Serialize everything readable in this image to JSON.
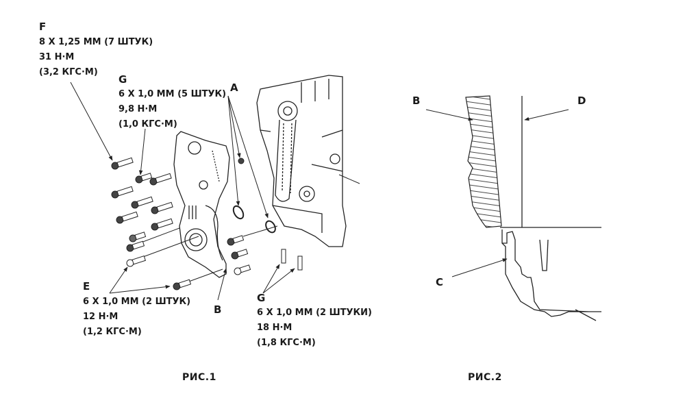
{
  "figure1": {
    "caption": "РИС.1",
    "callouts": {
      "F": {
        "letter": "F",
        "spec": "8 X 1,25 ММ (7 ШТУК)",
        "torque_nm": "31 Н·М",
        "torque_kgf": "(3,2 КГС·М)"
      },
      "G_top": {
        "letter": "G",
        "spec": "6 X 1,0 ММ (5 ШТУК)",
        "torque_nm": "9,8 Н·М",
        "torque_kgf": "(1,0 КГС·М)"
      },
      "E": {
        "letter": "E",
        "spec": "6 X 1,0 ММ (2 ШТУК)",
        "torque_nm": "12 Н·М",
        "torque_kgf": "(1,2 КГС·М)"
      },
      "G_bottom": {
        "letter": "G",
        "spec": "6 X 1,0 ММ (2 ШТУКИ)",
        "torque_nm": "18 Н·М",
        "torque_kgf": "(1,8 КГС·М)"
      },
      "A": {
        "letter": "A"
      },
      "B": {
        "letter": "B"
      }
    }
  },
  "figure2": {
    "caption": "РИС.2",
    "labels": {
      "B": "B",
      "C": "C",
      "D": "D"
    }
  }
}
